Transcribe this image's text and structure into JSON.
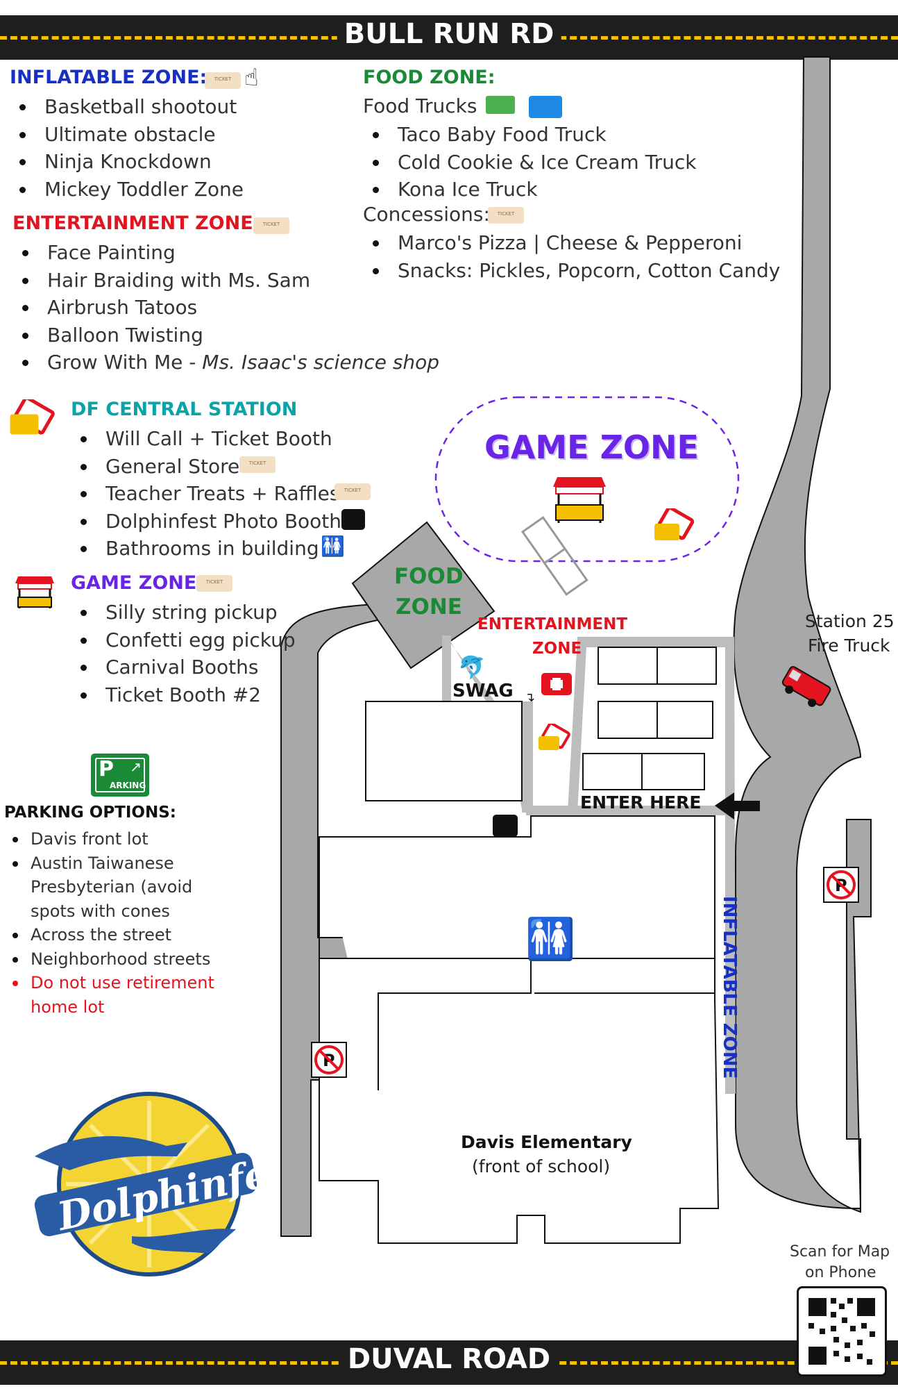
{
  "roads": {
    "top": "BULL RUN RD",
    "bottom": "DUVAL ROAD"
  },
  "inflatable_zone": {
    "title": "INFLATABLE ZONE:",
    "items": [
      "Basketball shootout",
      "Ultimate obstacle",
      "Ninja Knockdown",
      "Mickey Toddler Zone"
    ]
  },
  "entertainment_zone": {
    "title": "ENTERTAINMENT ZONE:",
    "items": [
      "Face Painting",
      "Hair Braiding with Ms. Sam",
      "Airbrush Tatoos",
      "Balloon Twisting"
    ],
    "last_item_prefix": "Grow With Me - ",
    "last_item_italic": "Ms. Isaac's science shop"
  },
  "food_zone": {
    "title": "FOOD ZONE:",
    "trucks_label": "Food Trucks",
    "trucks": [
      "Taco Baby Food Truck",
      "Cold Cookie & Ice Cream Truck",
      "Kona Ice Truck"
    ],
    "concessions_label": "Concessions:",
    "concessions": [
      "Marco's Pizza | Cheese & Pepperoni",
      "Snacks: Pickles, Popcorn, Cotton Candy"
    ]
  },
  "df_central": {
    "title": "DF CENTRAL STATION",
    "items": [
      "Will Call + Ticket Booth",
      "General Store",
      "Teacher Treats + Raffles",
      "Dolphinfest Photo Booth",
      "Bathrooms in building"
    ]
  },
  "game_zone_legend": {
    "title": "GAME ZONE",
    "items": [
      "Silly string pickup",
      "Confetti egg pickup",
      "Carnival Booths",
      "Ticket Booth #2"
    ]
  },
  "parking": {
    "sign_letter": "P",
    "sign_text": "ARKING",
    "title": "PARKING OPTIONS:",
    "items": [
      "Davis front lot",
      "Austin Taiwanese Presbyterian (avoid spots with cones",
      "Across the street",
      "Neighborhood streets"
    ],
    "warning": "Do not use retirement home lot"
  },
  "map_labels": {
    "game_zone": "GAME ZONE",
    "food_zone_1": "FOOD",
    "food_zone_2": "ZONE",
    "ent_zone_1": "ENTERTAINMENT",
    "ent_zone_2": "ZONE",
    "swag": "SWAG",
    "enter_here": "ENTER HERE",
    "station_1": "Station 25",
    "station_2": "Fire Truck",
    "inflatable_zone": "INFLATABLE ZONE",
    "school_name": "Davis Elementary",
    "school_sub": "(front of school)",
    "scan_1": "Scan for Map",
    "scan_2": "on Phone"
  },
  "logo_text": "Dolphinfest",
  "colors": {
    "inflatable": "#1730c4",
    "food": "#1a8a36",
    "entertainment": "#e3141f",
    "df_central": "#0aa3a8",
    "game": "#6a24e8",
    "road": "#1e1e1e",
    "road_dash": "#f2c200",
    "map_drive": "#a8a8a8"
  }
}
